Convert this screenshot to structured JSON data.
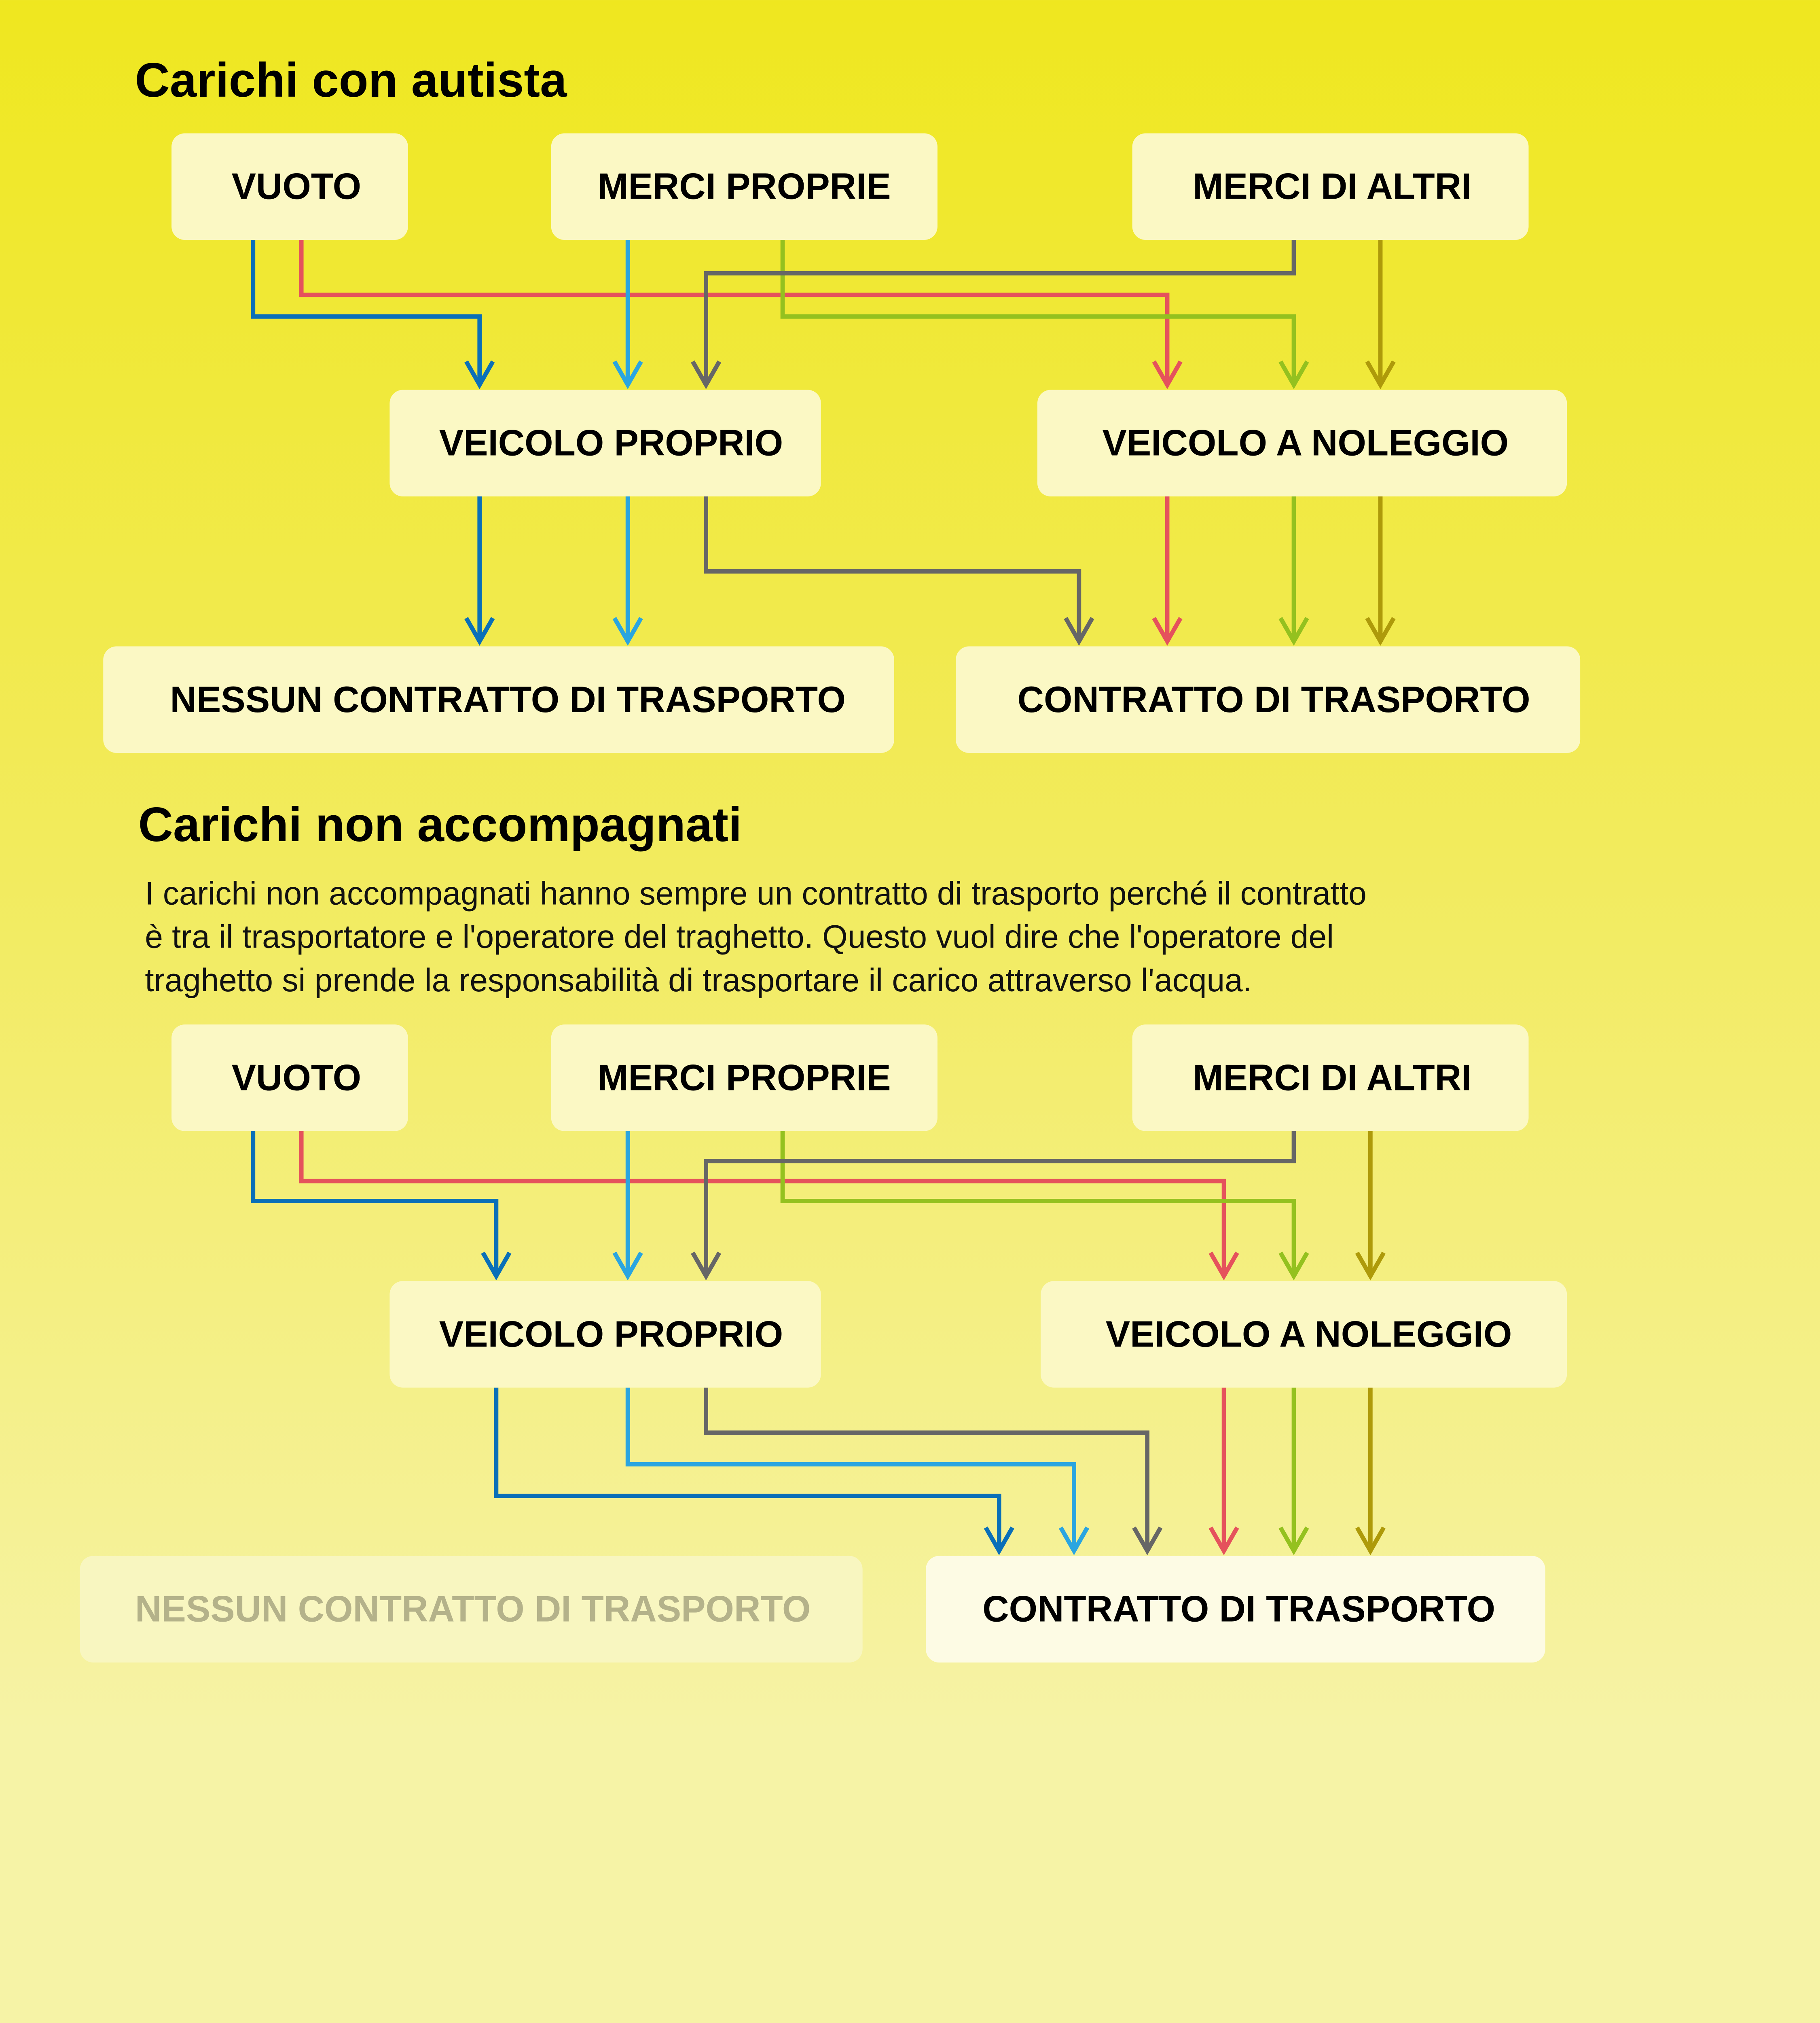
{
  "colors": {
    "blue": "#0a6fb8",
    "red": "#e5525c",
    "cyan": "#2aa5e0",
    "green": "#94c11f",
    "gray": "#666666",
    "olive": "#ae9a0a"
  },
  "section1": {
    "title": "Carichi con autista",
    "nodes": {
      "vuoto": "VUOTO",
      "merci_proprie": "MERCI PROPRIE",
      "merci_altri": "MERCI DI ALTRI",
      "veicolo_proprio": "VEICOLO PROPRIO",
      "veicolo_noleggio": "VEICOLO A NOLEGGIO",
      "nessun_contratto": "NESSUN CONTRATTO DI TRASPORTO",
      "contratto": "CONTRATTO DI TRASPORTO"
    }
  },
  "section2": {
    "title": "Carichi non accompagnati",
    "description": [
      "I carichi non accompagnati hanno sempre un contratto di trasporto perché il contratto",
      "è tra il trasportatore e l'operatore del traghetto. Questo vuol dire che l'operatore del",
      "traghetto si prende la responsabilità di trasportare il carico attraverso l'acqua."
    ],
    "nodes": {
      "vuoto": "VUOTO",
      "merci_proprie": "MERCI PROPRIE",
      "merci_altri": "MERCI DI ALTRI",
      "veicolo_proprio": "VEICOLO PROPRIO",
      "veicolo_noleggio": "VEICOLO A NOLEGGIO",
      "nessun_contratto": "NESSUN CONTRATTO DI TRASPORTO",
      "contratto": "CONTRATTO DI TRASPORTO"
    }
  }
}
